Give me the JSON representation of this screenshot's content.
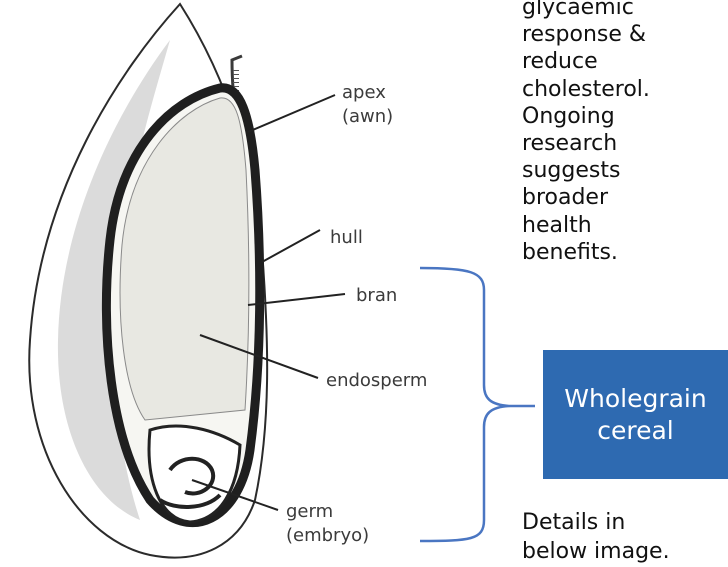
{
  "labels": {
    "apex": "apex",
    "awn": "(awn)",
    "hull": "hull",
    "bran": "bran",
    "endosperm": "endosperm",
    "germ": "germ",
    "embryo": "(embryo)"
  },
  "side_text": {
    "lines": [
      "glycaemic",
      "response &",
      "reduce",
      "cholesterol.",
      "Ongoing",
      "research",
      "suggests",
      "broader",
      "health",
      "benefits."
    ]
  },
  "badge": {
    "line1": "Wholegrain",
    "line2": "cereal"
  },
  "details": {
    "line1": "Details in",
    "line2": "below image."
  },
  "colors": {
    "bracket": "#4a76c2",
    "badge_bg": "#2e6ab1",
    "badge_text": "#ffffff"
  }
}
